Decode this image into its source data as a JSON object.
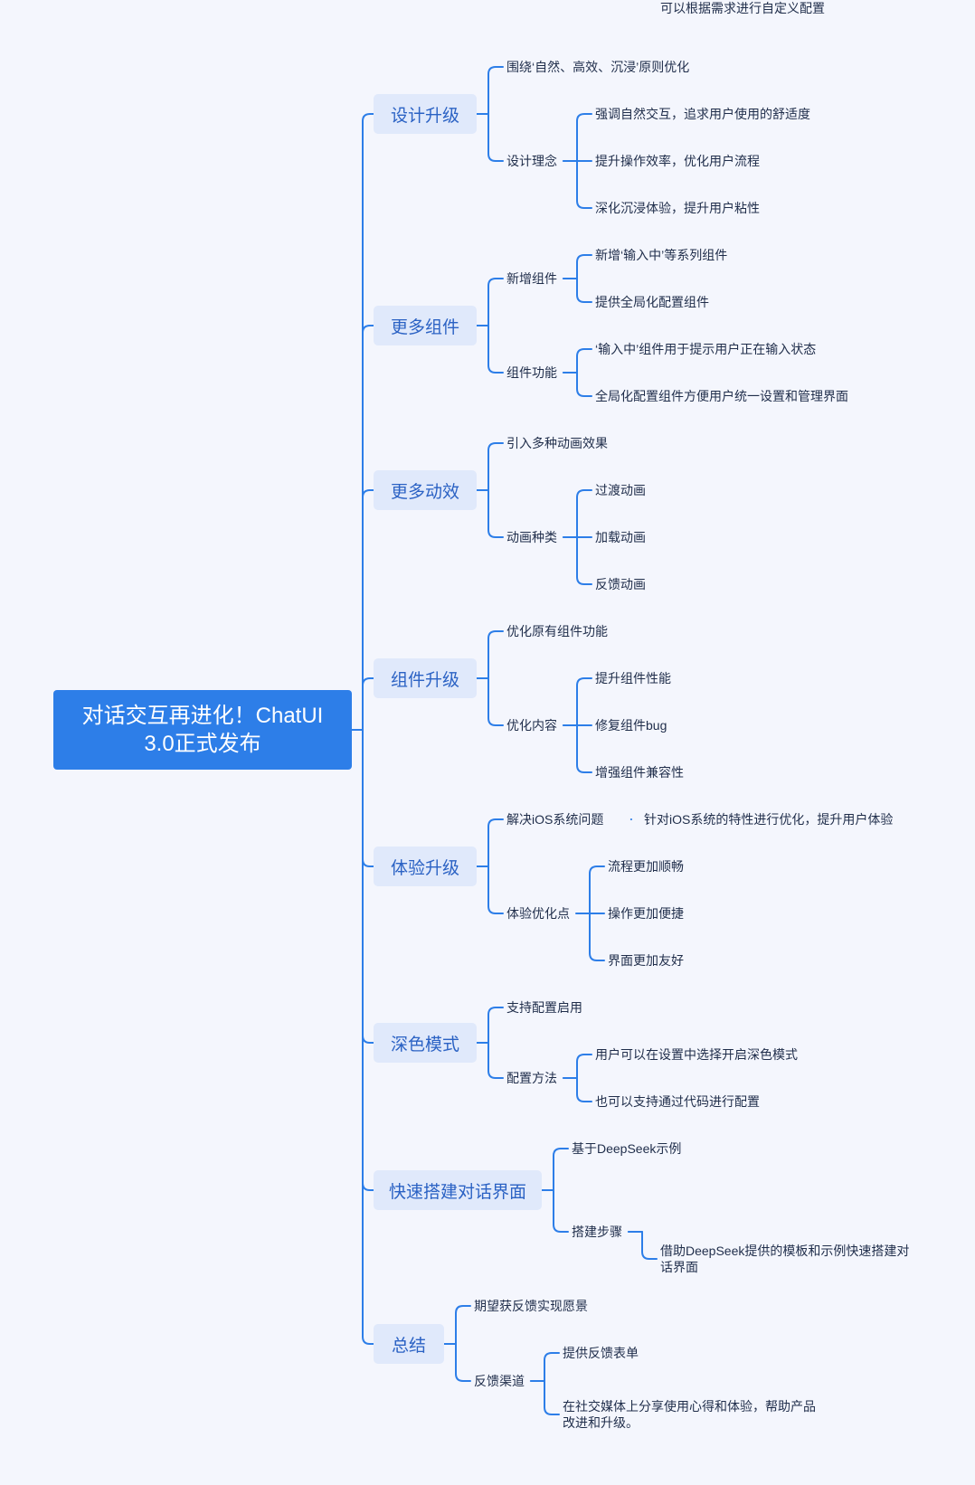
{
  "root": {
    "label": "对话交互再进化！ChatUI 3.0正式发布"
  },
  "branches": [
    {
      "label": "设计升级",
      "children": [
        {
          "label": "围绕‘自然、高效、沉浸’原则优化"
        },
        {
          "label": "设计理念",
          "children": [
            {
              "label": "强调自然交互，追求用户使用的舒适度"
            },
            {
              "label": "提升操作效率，优化用户流程"
            },
            {
              "label": "深化沉浸体验，提升用户粘性"
            }
          ]
        }
      ]
    },
    {
      "label": "更多组件",
      "children": [
        {
          "label": "新增组件",
          "children": [
            {
              "label": "新增‘输入中’等系列组件"
            },
            {
              "label": "提供全局化配置组件"
            }
          ]
        },
        {
          "label": "组件功能",
          "children": [
            {
              "label": "‘输入中’组件用于提示用户正在输入状态"
            },
            {
              "label": "全局化配置组件方便用户统一设置和管理界面"
            }
          ]
        }
      ]
    },
    {
      "label": "更多动效",
      "children": [
        {
          "label": "引入多种动画效果"
        },
        {
          "label": "动画种类",
          "children": [
            {
              "label": "过渡动画"
            },
            {
              "label": "加载动画"
            },
            {
              "label": "反馈动画"
            }
          ]
        }
      ]
    },
    {
      "label": "组件升级",
      "children": [
        {
          "label": "优化原有组件功能"
        },
        {
          "label": "优化内容",
          "children": [
            {
              "label": "提升组件性能"
            },
            {
              "label": "修复组件bug"
            },
            {
              "label": "增强组件兼容性"
            }
          ]
        }
      ]
    },
    {
      "label": "体验升级",
      "children": [
        {
          "label": "解决iOS系统问题",
          "children": [
            {
              "label": "针对iOS系统的特性进行优化，提升用户体验"
            }
          ]
        },
        {
          "label": "体验优化点",
          "children": [
            {
              "label": "流程更加顺畅"
            },
            {
              "label": "操作更加便捷"
            },
            {
              "label": "界面更加友好"
            }
          ]
        }
      ]
    },
    {
      "label": "深色模式",
      "children": [
        {
          "label": "支持配置启用"
        },
        {
          "label": "配置方法",
          "children": [
            {
              "label": "用户可以在设置中选择开启深色模式"
            },
            {
              "label": "也可以支持通过代码进行配置"
            }
          ]
        }
      ]
    },
    {
      "label": "快速搭建对话界面",
      "children": [
        {
          "label": "基于DeepSeek示例"
        },
        {
          "label": "搭建步骤",
          "children": [
            {
              "label": "借助DeepSeek提供的模板和示例快速搭建对话界面"
            },
            {
              "label": "可以根据需求进行自定义配置"
            }
          ]
        }
      ]
    },
    {
      "label": "总结",
      "children": [
        {
          "label": "期望获反馈实现愿景"
        },
        {
          "label": "反馈渠道",
          "children": [
            {
              "label": "提供反馈表单"
            },
            {
              "label": "在社交媒体上分享使用心得和体验，帮助产品改进和升级。"
            }
          ]
        }
      ]
    }
  ],
  "colors": {
    "line": "#2d7ee8",
    "root_bg": "#2d7ee8",
    "branch_bg": "#e0e9fb",
    "branch_text": "#2b62c4",
    "leaf_text": "#1f2d4a",
    "background": "#f4f6fd"
  }
}
